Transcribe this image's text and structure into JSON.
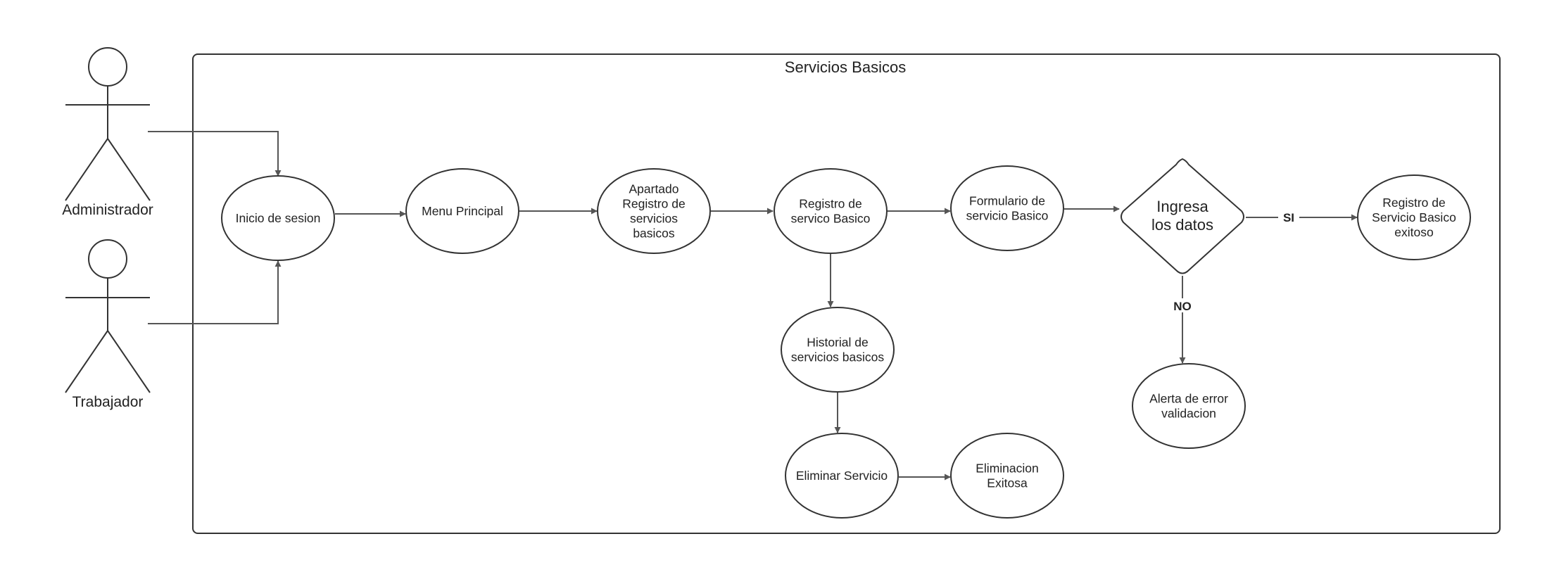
{
  "boundary": {
    "title": "Servicios Basicos"
  },
  "actors": [
    {
      "id": "admin",
      "label": "Administrador"
    },
    {
      "id": "worker",
      "label": "Trabajador"
    }
  ],
  "nodes": [
    {
      "id": "inicio",
      "lines": [
        "Inicio de sesion"
      ]
    },
    {
      "id": "menu",
      "lines": [
        "Menu Principal"
      ]
    },
    {
      "id": "apartado",
      "lines": [
        "Apartado",
        "Registro de",
        "servicios",
        "basicos"
      ]
    },
    {
      "id": "registro",
      "lines": [
        "Registro de",
        "servico Basico"
      ]
    },
    {
      "id": "formulario",
      "lines": [
        "Formulario de",
        "servicio Basico"
      ]
    },
    {
      "id": "exitoso",
      "lines": [
        "Registro de",
        "Servicio Basico",
        "exitoso"
      ]
    },
    {
      "id": "historial",
      "lines": [
        "Historial de",
        "servicios basicos"
      ]
    },
    {
      "id": "alerta",
      "lines": [
        "Alerta de error",
        "validacion"
      ]
    },
    {
      "id": "eliminar",
      "lines": [
        "Eliminar Servicio"
      ]
    },
    {
      "id": "eliminacion",
      "lines": [
        "Eliminacion",
        "Exitosa"
      ]
    }
  ],
  "decision": {
    "id": "ingresa",
    "lines": [
      "Ingresa",
      "los datos"
    ]
  },
  "edge_labels": {
    "yes": "SI",
    "no": "NO"
  },
  "colors": {
    "stroke": "#333333",
    "arrow": "#555555",
    "text": "#222222",
    "background": "#ffffff"
  }
}
